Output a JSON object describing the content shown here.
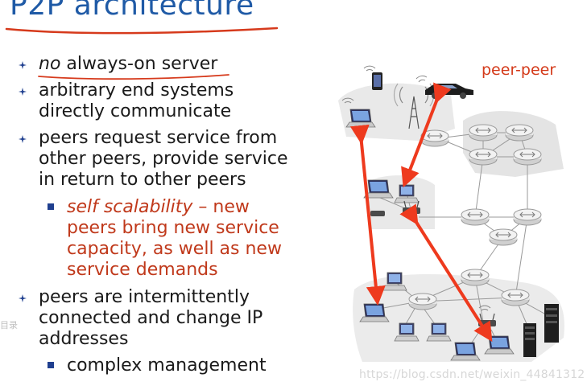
{
  "title": "P2P architecture",
  "bullets": [
    {
      "lines": [
        "no always-on server"
      ],
      "italic_prefix": "no"
    },
    {
      "lines": [
        "arbitrary end systems",
        "directly communicate"
      ]
    },
    {
      "lines": [
        "peers request service from",
        "other peers, provide service",
        "in return to other peers"
      ]
    },
    {
      "lines": [
        "peers are intermittently",
        "connected and change IP",
        "addresses"
      ]
    }
  ],
  "subbullets": [
    {
      "lines": [
        "self scalability – new",
        "peers bring new service",
        "capacity, as well as new",
        "service demands"
      ],
      "italic_part": "self scalability"
    },
    {
      "lines": [
        "complex management"
      ]
    }
  ],
  "diagram": {
    "label": "peer-peer"
  },
  "side_text": "目录",
  "watermark": "https://blog.csdn.net/weixin_44841312",
  "colors": {
    "title": "#1f5aa6",
    "accent_red": "#c0391b",
    "arrow": "#ee3a1e",
    "text": "#1a1a1a"
  }
}
